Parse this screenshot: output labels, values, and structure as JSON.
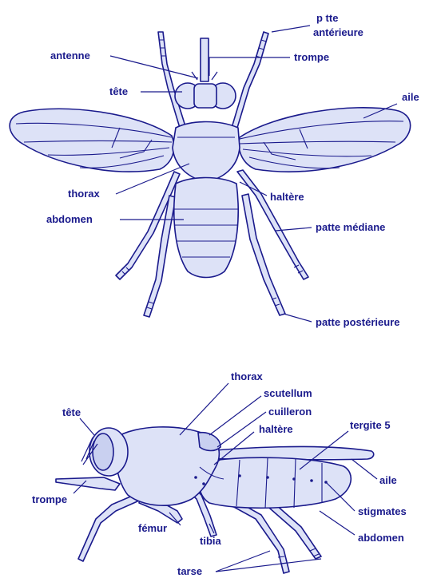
{
  "colors": {
    "ink": "#1a1a8c",
    "fill": "#dde2f7",
    "fill_dark": "#c9d0f0",
    "background": "#ffffff"
  },
  "top_view": {
    "labels": {
      "patte_anterieure_line1": "p  tte",
      "patte_anterieure_line2": "antérieure",
      "antenne": "antenne",
      "trompe": "trompe",
      "tete": "tête",
      "aile": "aile",
      "thorax": "thorax",
      "haltere": "haltère",
      "abdomen": "abdomen",
      "patte_mediane": "patte médiane",
      "patte_posterieure": "patte postérieure"
    }
  },
  "side_view": {
    "labels": {
      "thorax": "thorax",
      "scutellum": "scutellum",
      "cuilleron": "cuilleron",
      "tete": "tête",
      "haltere": "haltère",
      "tergite": "tergite 5",
      "trompe": "trompe",
      "aile": "aile",
      "stigmates": "stigmates",
      "femur": "fémur",
      "tibia": "tibia",
      "abdomen": "abdomen",
      "tarse": "tarse"
    }
  }
}
